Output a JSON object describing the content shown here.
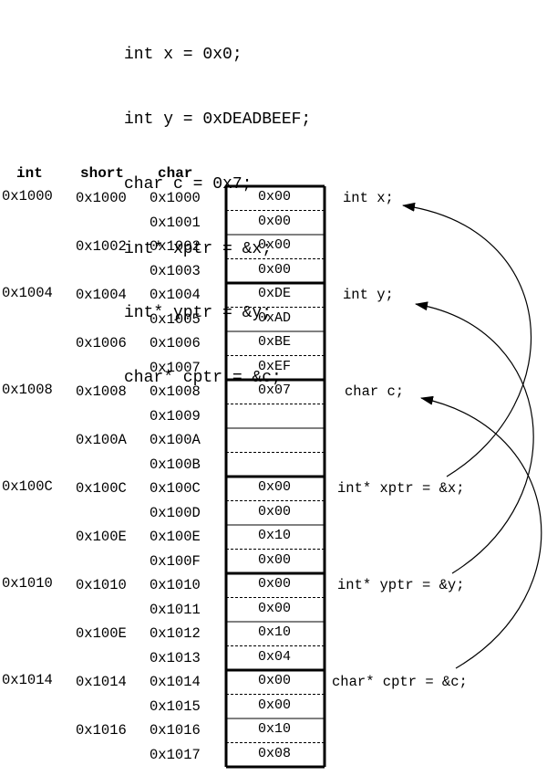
{
  "code_lines": [
    "int x = 0x0;",
    "int y = 0xDEADBEEF;",
    "char c = 0x7;",
    "int* xptr = &x;",
    "int* yptr = &y;",
    "char* cptr = &c;"
  ],
  "headers": {
    "int": "int",
    "short": "short",
    "char": "char"
  },
  "int_addrs": [
    "0x1000",
    "0x1004",
    "0x1008",
    "0x100C",
    "0x1010",
    "0x1014"
  ],
  "short_addrs": [
    "0x1000",
    "0x1002",
    "0x1004",
    "0x1006",
    "0x1008",
    "0x100A",
    "0x100C",
    "0x100E",
    "0x1010",
    "0x100E",
    "0x1014",
    "0x1016"
  ],
  "char_addrs": [
    "0x1000",
    "0x1001",
    "0x1002",
    "0x1003",
    "0x1004",
    "0x1005",
    "0x1006",
    "0x1007",
    "0x1008",
    "0x1009",
    "0x100A",
    "0x100B",
    "0x100C",
    "0x100D",
    "0x100E",
    "0x100F",
    "0x1010",
    "0x1011",
    "0x1012",
    "0x1013",
    "0x1014",
    "0x1015",
    "0x1016",
    "0x1017"
  ],
  "byte_values": [
    "0x00",
    "0x00",
    "0x00",
    "0x00",
    "0xDE",
    "0xAD",
    "0xBE",
    "0xEF",
    "0x07",
    "",
    "",
    "",
    "0x00",
    "0x00",
    "0x10",
    "0x00",
    "0x00",
    "0x00",
    "0x10",
    "0x04",
    "0x00",
    "0x00",
    "0x10",
    "0x08"
  ],
  "var_labels": [
    "int x;",
    "int y;",
    "char c;",
    "int* xptr = &x;",
    "int* yptr = &y;",
    "char* cptr = &c;"
  ]
}
